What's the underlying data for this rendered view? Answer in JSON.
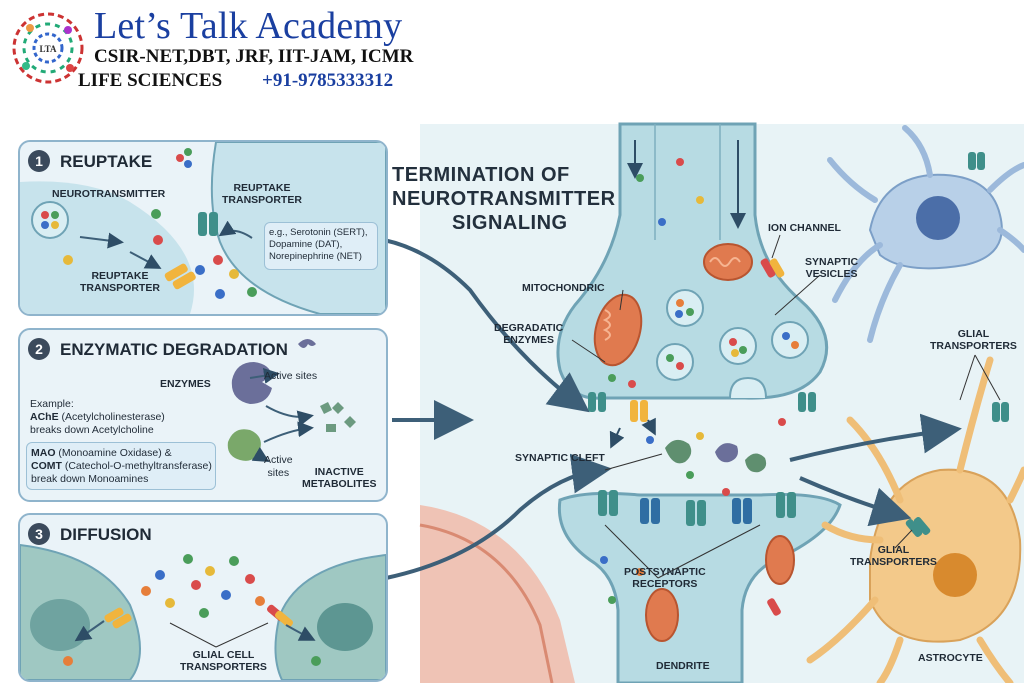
{
  "header": {
    "title": "Let’s Talk Academy",
    "subtitle": "CSIR-NET,DBT, JRF, IIT-JAM, ICMR",
    "life": "LIFE SCIENCES",
    "phone": "+91-9785333312",
    "logo_text": "LTA"
  },
  "main": {
    "title_line1": "TERMINATION OF",
    "title_line2": "NEUROTRANSMITTER",
    "title_line3": "SIGNALING",
    "labels": {
      "ion_channel": "ION CHANNEL",
      "synaptic_vesicles_1": "SYNAPTIC",
      "synaptic_vesicles_2": "VESICLES",
      "mitochondric": "MITOCHONDRIC",
      "degradatic_1": "DEGRADATIC",
      "degradatic_2": "ENZYMES",
      "synaptic_cleft": "SYNAPTIC CLEFT",
      "glial_top_1": "GLIAL",
      "glial_top_2": "TRANSPORTERS",
      "glial_bottom_1": "GLIAL",
      "glial_bottom_2": "TRANSPORTERS",
      "postsynaptic_1": "POSTSYNAPTIC",
      "postsynaptic_2": "RECEPTORS",
      "dendrite": "DENDRITE",
      "astrocyte": "ASTROCYTE"
    }
  },
  "panels": {
    "reuptake": {
      "number": "1",
      "title": "REUPTAKE",
      "neurotransmitter": "NEUROTRANSMITTER",
      "transporter_top_1": "REUPTAKE",
      "transporter_top_2": "TRANSPORTER",
      "transporter_bottom_1": "REUPTAKE",
      "transporter_bottom_2": "TRANSPORTER",
      "examples": [
        "e.g., Serotonin (SERT),",
        "Dopamine (DAT),",
        "Norepinephrine (NET)"
      ]
    },
    "enzymatic": {
      "number": "2",
      "title": "ENZYMATIC DEGRADATION",
      "enzymes": "ENZYMES",
      "active_sites_top": "Active sites",
      "active_sites_bottom_1": "Active",
      "active_sites_bottom_2": "sites",
      "inactive_1": "INACTIVE",
      "inactive_2": "METABOLITES",
      "example_label": "Example:",
      "ache_bold": "AChE",
      "ache_rest": " (Acetylcholinesterase)",
      "ache_line2": "breaks down Acetylcholine",
      "mao_bold": "MAO",
      "mao_rest": " (Monoamine Oxidase) &",
      "comt_bold": "COMT",
      "comt_rest": " (Catechol-O-methyltransferase)",
      "mao_line3": "break down Monoamines"
    },
    "diffusion": {
      "number": "3",
      "title": "DIFFUSION",
      "glial_1": "GLIAL CELL",
      "glial_2": "TRANSPORTERS"
    }
  },
  "colors": {
    "panel_border": "#8fb4cc",
    "panel_bg": "#eaf3f8",
    "neuron": "#a9cfd9",
    "membrane": "#6fa3b5",
    "mitochondria": "#e07a4f",
    "astrocyte": "#f3c98a",
    "transporter": "#f1b43d",
    "arrow": "#3d5f78"
  }
}
